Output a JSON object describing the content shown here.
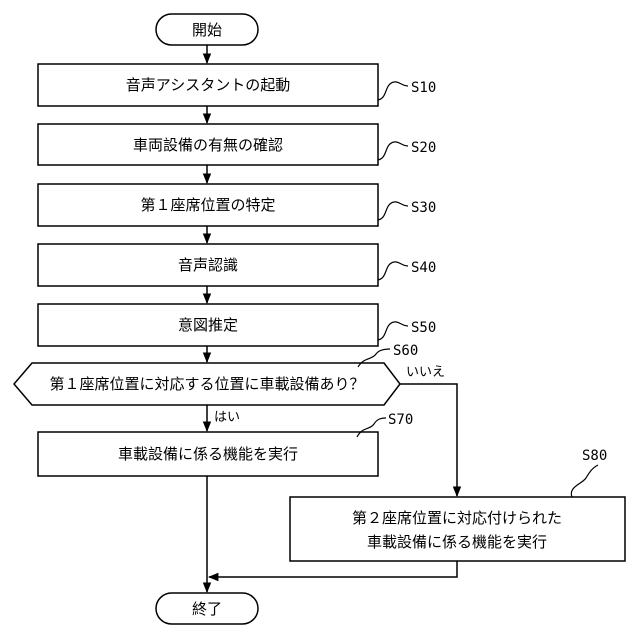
{
  "nodes": {
    "start": "開始",
    "s10": "音声アシスタントの起動",
    "s20": "車両設備の有無の確認",
    "s30": "第１座席位置の特定",
    "s40": "音声認識",
    "s50": "意図推定",
    "s60": "第１座席位置に対応する位置に車載設備あり？",
    "s70": "車載設備に係る機能を実行",
    "s80_line1": "第２座席位置に対応付けられた",
    "s80_line2": "車載設備に係る機能を実行",
    "end": "終了"
  },
  "steps": {
    "s10": "S10",
    "s20": "S20",
    "s30": "S30",
    "s40": "S40",
    "s50": "S50",
    "s60": "S60",
    "s70": "S70",
    "s80": "S80"
  },
  "branches": {
    "yes": "はい",
    "no": "いいえ"
  }
}
